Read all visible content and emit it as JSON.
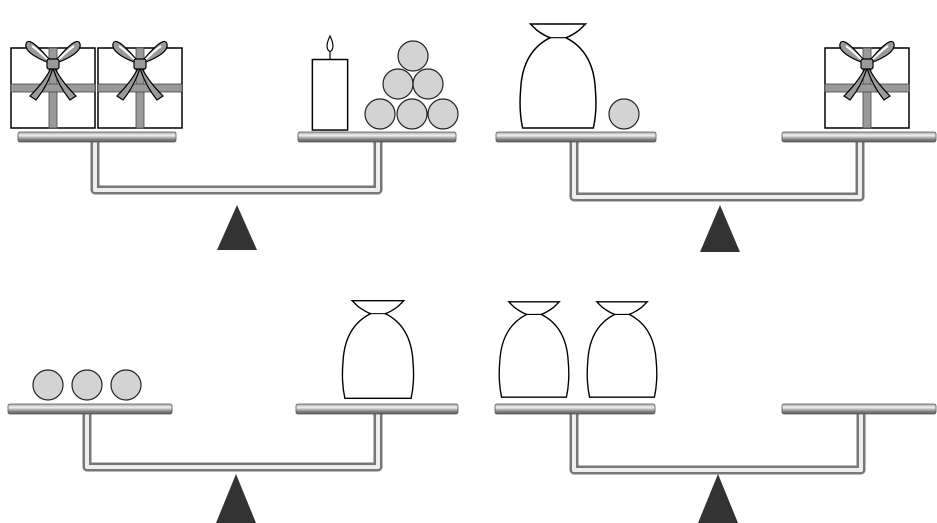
{
  "puzzle": {
    "scales": [
      {
        "id": "scale-1",
        "left_pan": [
          "gift",
          "gift"
        ],
        "right_pan": [
          "candle",
          "ball",
          "ball",
          "ball",
          "ball",
          "ball",
          "ball"
        ]
      },
      {
        "id": "scale-2",
        "left_pan": [
          "vase",
          "ball"
        ],
        "right_pan": [
          "gift"
        ]
      },
      {
        "id": "scale-3",
        "left_pan": [
          "ball",
          "ball",
          "ball"
        ],
        "right_pan": [
          "vase"
        ]
      },
      {
        "id": "scale-4",
        "left_pan": [
          "vase",
          "vase"
        ],
        "right_pan": []
      }
    ]
  },
  "colors": {
    "ball_fill": "#d3d3d3",
    "pan_gray": "#8a8a8a",
    "fulcrum": "#333333",
    "ribbon": "#999999",
    "outline": "#000000"
  }
}
